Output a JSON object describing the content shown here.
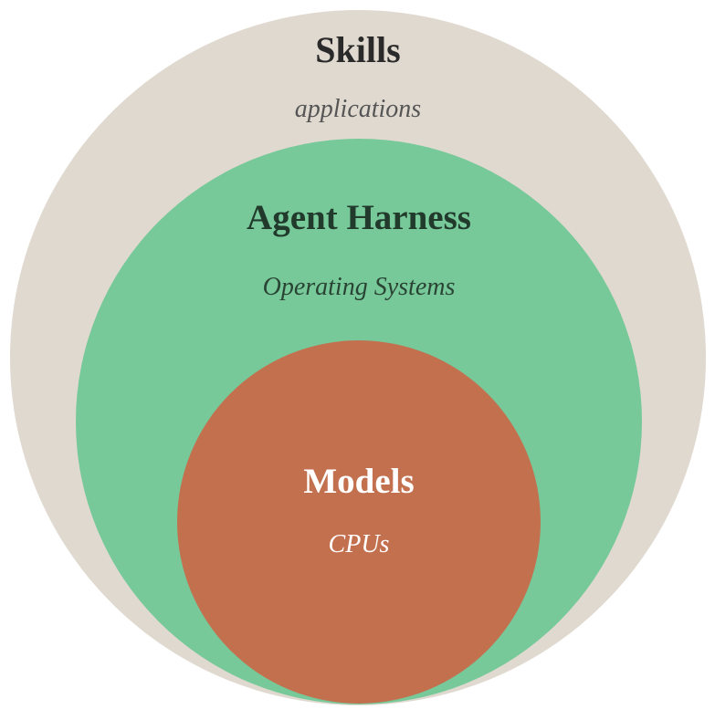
{
  "layers": [
    {
      "title": "Skills",
      "subtitle": "applications",
      "fill": "#e0d9cf",
      "title_color": "#2a2a2a",
      "subtitle_color": "#555555"
    },
    {
      "title": "Agent Harness",
      "subtitle": "Operating Systems",
      "fill": "#77c99a",
      "title_color": "#213a2c",
      "subtitle_color": "#2a4434"
    },
    {
      "title": "Models",
      "subtitle": "CPUs",
      "fill": "#c3704f",
      "title_color": "#ffffff",
      "subtitle_color": "#ffffff"
    }
  ]
}
